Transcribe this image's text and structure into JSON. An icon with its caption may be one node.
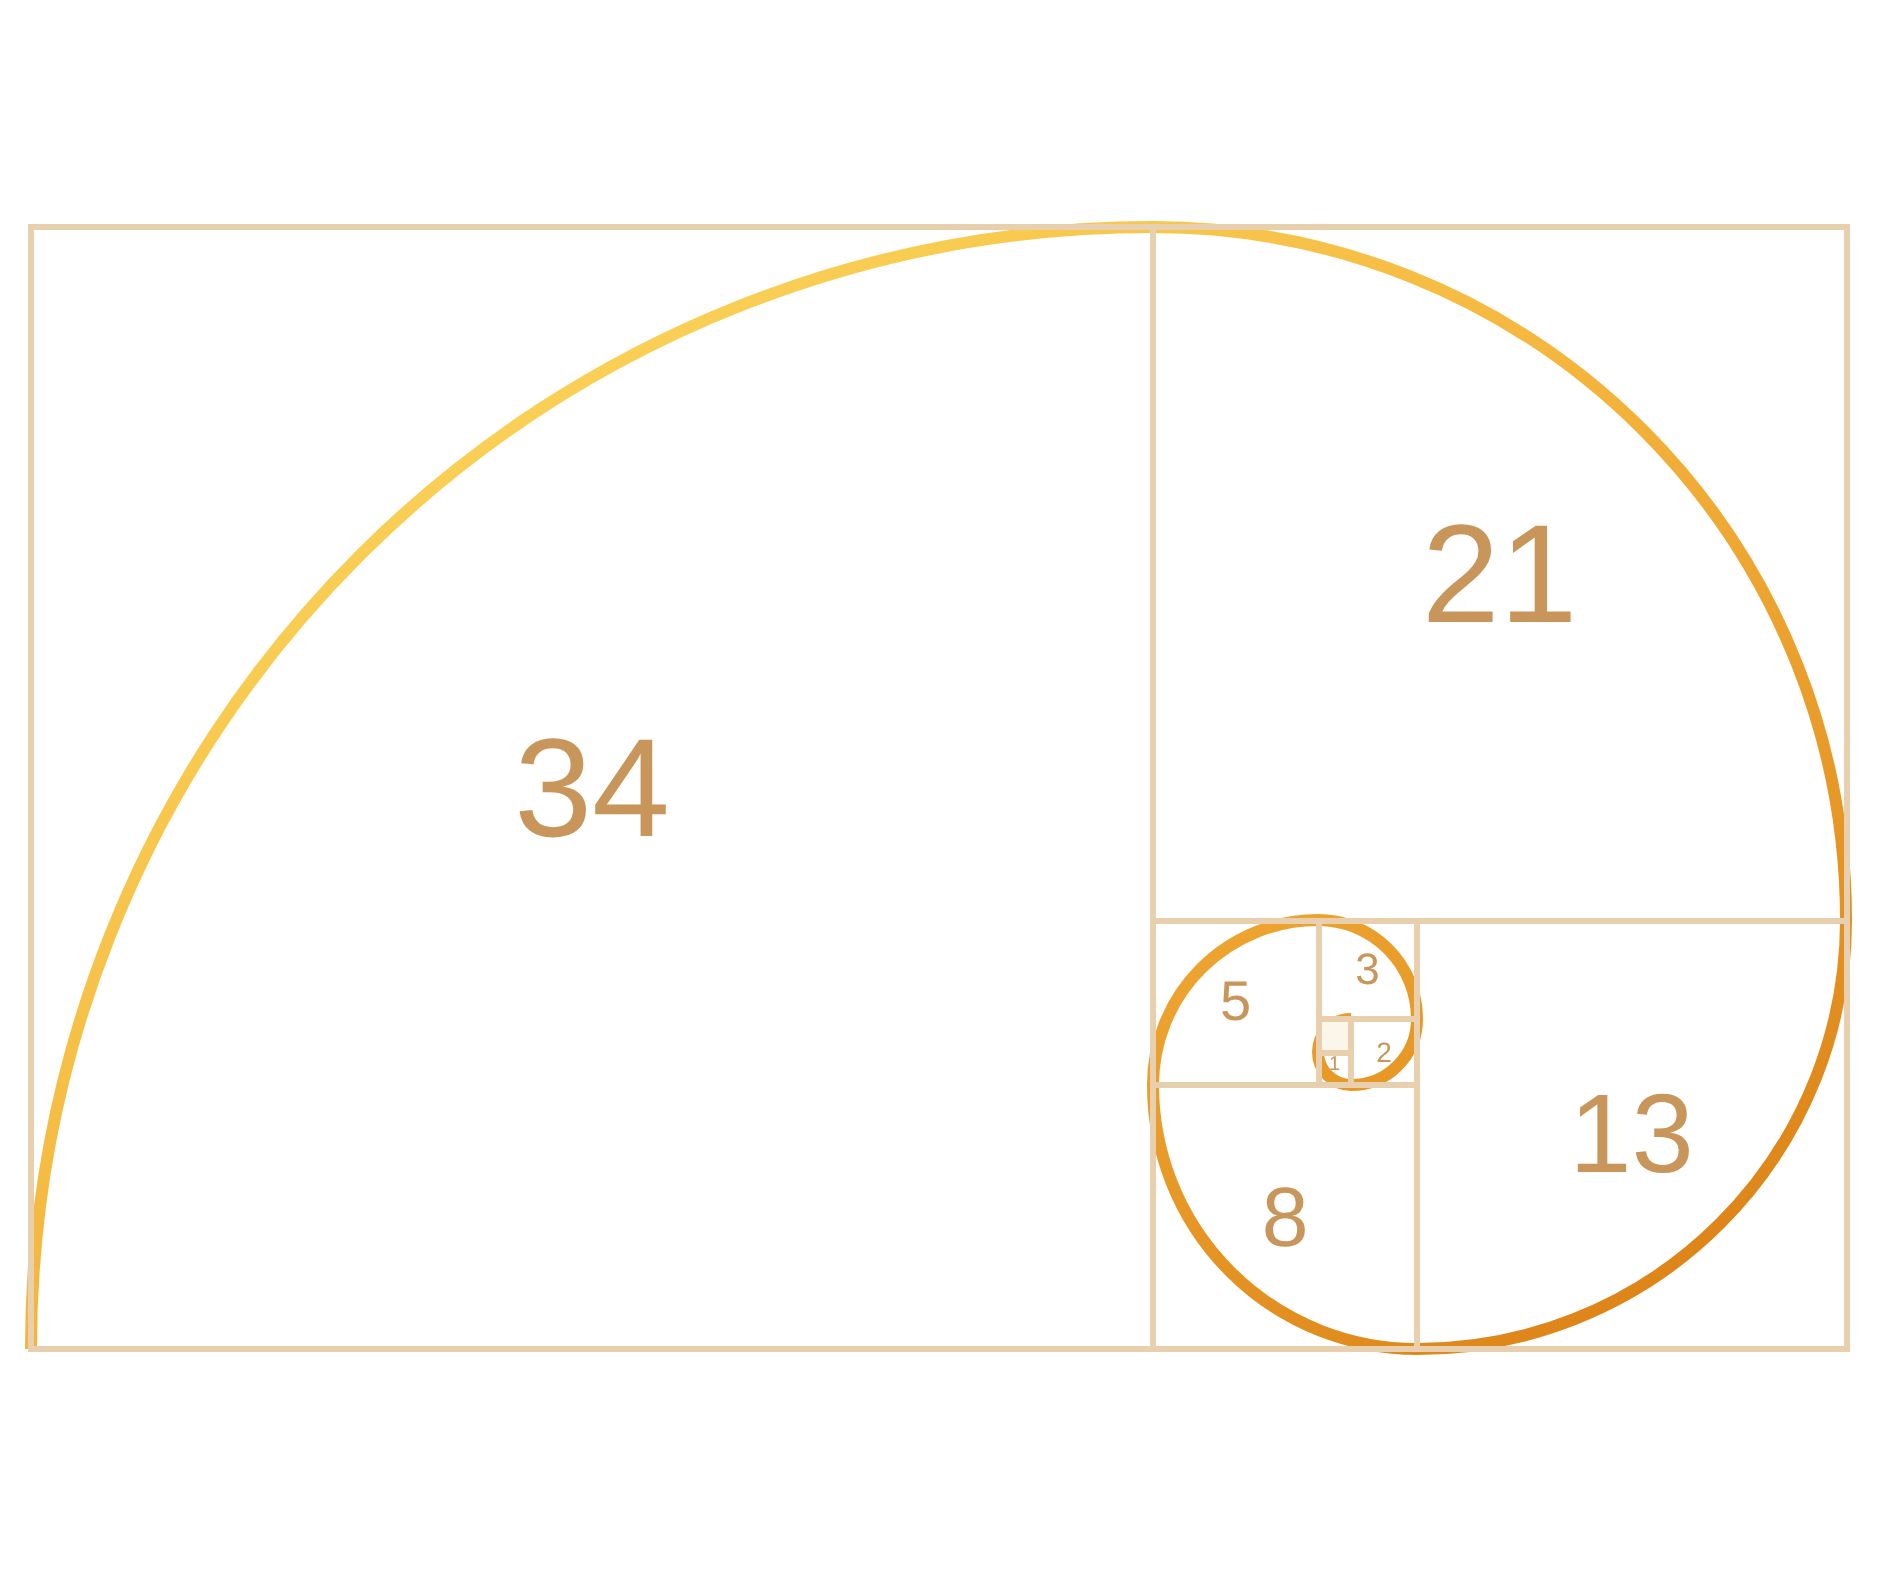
{
  "diagram": {
    "nodes": [
      {
        "text": [
          "34"
        ]
      },
      {
        "text": [
          "21"
        ]
      },
      {
        "text": [
          "13"
        ]
      },
      {
        "text": [
          "8"
        ]
      },
      {
        "text": [
          "5"
        ]
      },
      {
        "text": [
          "3"
        ]
      },
      {
        "text": [
          "2"
        ]
      },
      {
        "text": [],
        "shape": "box"
      },
      {
        "text": [
          "1"
        ]
      }
    ]
  }
}
